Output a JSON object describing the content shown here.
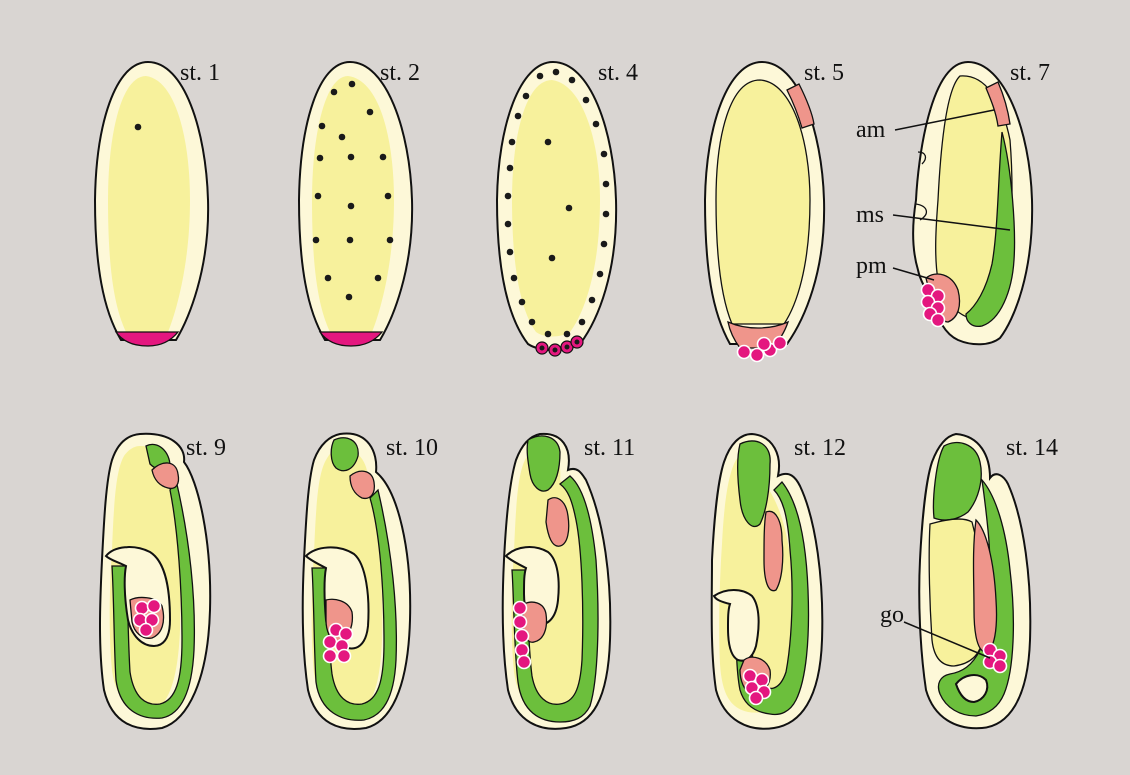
{
  "stages": {
    "s1": "st. 1",
    "s2": "st. 2",
    "s4": "st. 4",
    "s5": "st. 5",
    "s7": "st. 7",
    "s9": "st. 9",
    "s10": "st. 10",
    "s11": "st. 11",
    "s12": "st. 12",
    "s14": "st. 14"
  },
  "annotations": {
    "am": "am",
    "ms": "ms",
    "pm": "pm",
    "go": "go"
  },
  "colors": {
    "background": "#d9d5d2",
    "shell": "#fdf8d8",
    "yolk": "#f7f19c",
    "mesoderm_green": "#6cbf3c",
    "endoderm_salmon": "#ef958b",
    "pole_cell_magenta": "#e4177f",
    "nucleus": "#1a1a1a"
  }
}
